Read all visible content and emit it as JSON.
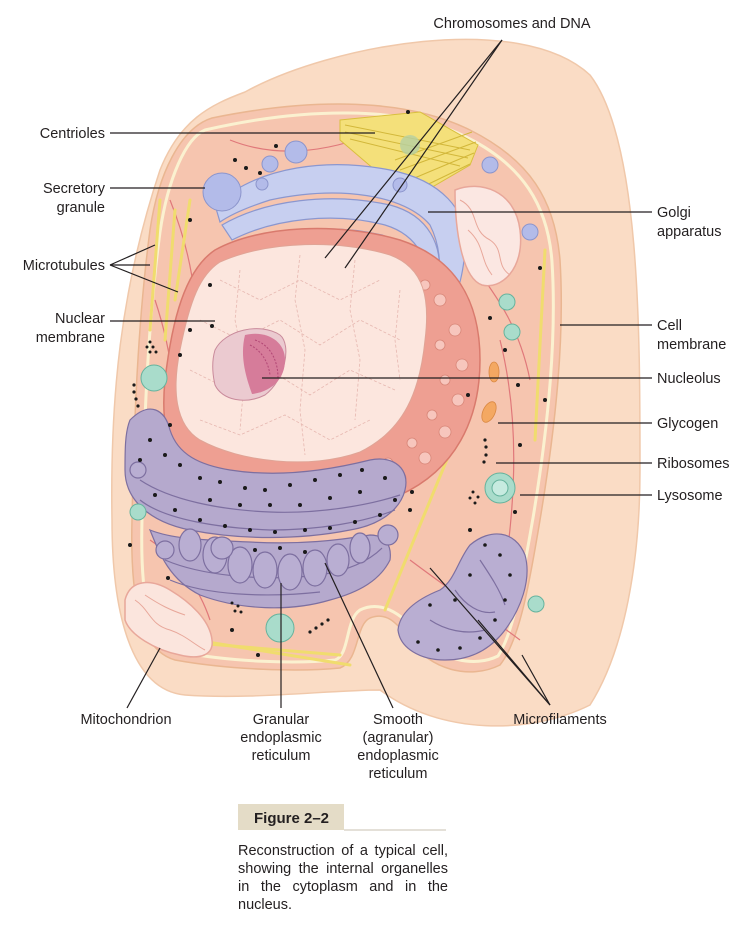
{
  "labels": {
    "chromosomes": "Chromosomes and DNA",
    "centrioles": "Centrioles",
    "secretory_1": "Secretory",
    "secretory_2": "granule",
    "microtubules": "Microtubules",
    "nuclear_1": "Nuclear",
    "nuclear_2": "membrane",
    "golgi_1": "Golgi",
    "golgi_2": "apparatus",
    "cellmem_1": "Cell",
    "cellmem_2": "membrane",
    "nucleolus": "Nucleolus",
    "glycogen": "Glycogen",
    "ribosomes": "Ribosomes",
    "lysosome": "Lysosome",
    "mitochondrion": "Mitochondrion",
    "ger_1": "Granular",
    "ger_2": "endoplasmic",
    "ger_3": "reticulum",
    "ser_1": "Smooth",
    "ser_2": "(agranular)",
    "ser_3": "endoplasmic",
    "ser_4": "reticulum",
    "microfilaments": "Microfilaments"
  },
  "figure": {
    "title": "Figure 2–2",
    "caption": "Reconstruction of a typical cell, showing the internal organelles in the cytoplasm and in the nucleus."
  },
  "colors": {
    "outer_cell": "#f9d9c2",
    "cytoplasm": "#f5c3ad",
    "nucleus": "#fbe3dc",
    "nuclear_rim": "#ec9d8e",
    "golgi": "#c3cbec",
    "er": "#a69bc0",
    "filament": "#f0dc6e",
    "vesicle": "#aab4e6",
    "lysosome": "#a9dccb",
    "figure_bar": "#e4dcc7"
  }
}
